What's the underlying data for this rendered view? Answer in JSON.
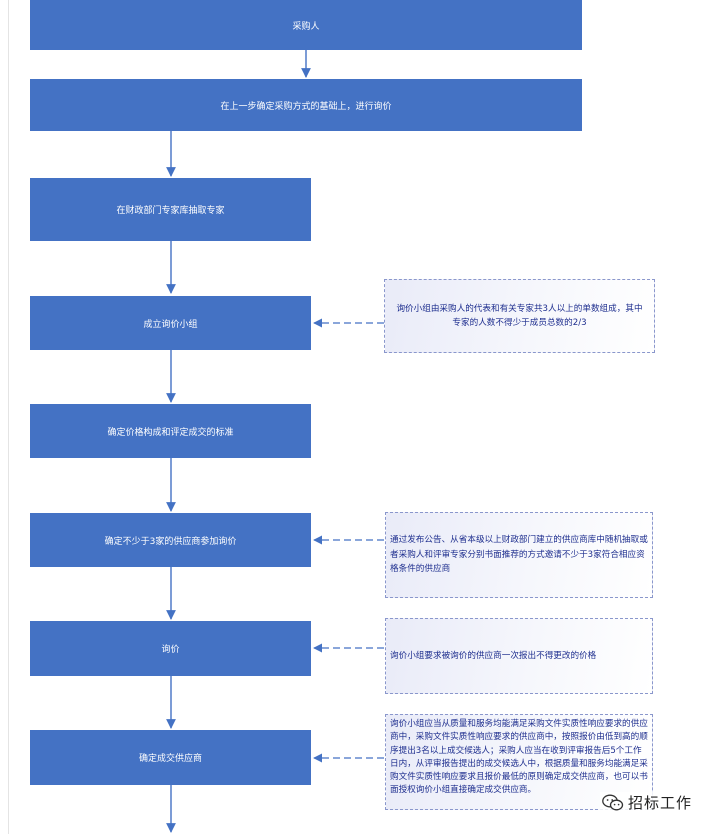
{
  "steps": [
    {
      "label": "采购人"
    },
    {
      "label": "在上一步确定采购方式的基础上，进行询价"
    },
    {
      "label": "在财政部门专家库抽取专家"
    },
    {
      "label": "成立询价小组"
    },
    {
      "label": "确定价格构成和评定成交的标准"
    },
    {
      "label": "确定不少于3家的供应商参加询价"
    },
    {
      "label": "询价"
    },
    {
      "label": "确定成交供应商"
    }
  ],
  "notes": [
    {
      "text": "询价小组由采购人的代表和有关专家共3人以上的单数组成，其中专家的人数不得少于成员总数的2/3"
    },
    {
      "text": "通过发布公告、从省本级以上财政部门建立的供应商库中随机抽取或者采购人和评审专家分别书面推荐的方式邀请不少于3家符合相应资格条件的供应商"
    },
    {
      "text": "询价小组要求被询价的供应商一次报出不得更改的价格"
    },
    {
      "text": "询价小组应当从质量和服务均能满足采购文件实质性响应要求的供应商中，采购文件实质性响应要求的供应商中，按照报价由低到高的顺序提出3名以上成交候选人；采购人应当在收到评审报告后5个工作日内，从评审报告提出的成交候选人中，根据质量和服务均能满足采购文件实质性响应要求且报价最低的原则确定成交供应商，也可以书面授权询价小组直接确定成交供应商。"
    }
  ],
  "watermark": {
    "text": "招标工作"
  },
  "colors": {
    "step_fill": "#4472c4",
    "connector": "#4472c4",
    "note_border": "#8a97cc",
    "note_text": "#1f2f8f"
  }
}
